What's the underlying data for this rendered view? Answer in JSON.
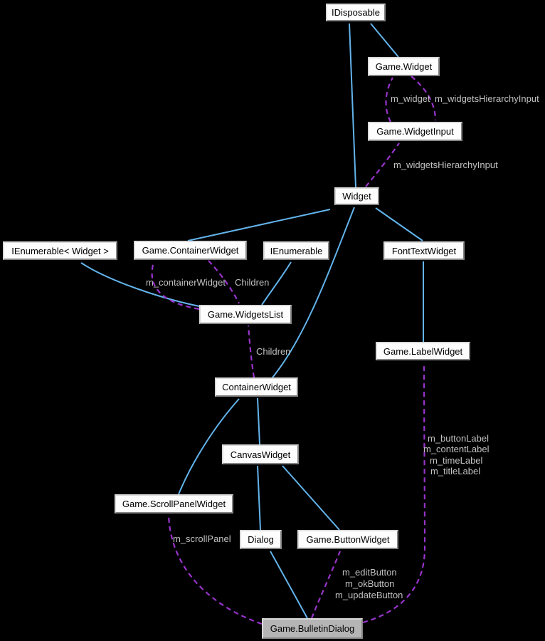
{
  "colors": {
    "background": "#000000",
    "inheritance_arrow": "#63b4ec",
    "usage_arrow": "#9933cc",
    "edge_label_text": "#c2c2c2",
    "node_fill": "#fdfdfd",
    "node_text": "#000000",
    "highlight_node_fill": "#b5b5b5"
  },
  "nodes": {
    "idisposable": {
      "label": "IDisposable"
    },
    "game_widget": {
      "label": "Game.Widget"
    },
    "game_widget_input": {
      "label": "Game.WidgetInput"
    },
    "widget": {
      "label": "Widget"
    },
    "ienumerable_widget": {
      "label": "IEnumerable< Widget >"
    },
    "game_container_widget": {
      "label": "Game.ContainerWidget"
    },
    "ienumerable": {
      "label": "IEnumerable"
    },
    "font_text_widget": {
      "label": "FontTextWidget"
    },
    "game_widgets_list": {
      "label": "Game.WidgetsList"
    },
    "game_label_widget": {
      "label": "Game.LabelWidget"
    },
    "container_widget": {
      "label": "ContainerWidget"
    },
    "canvas_widget": {
      "label": "CanvasWidget"
    },
    "game_scroll_panel_widget": {
      "label": "Game.ScrollPanelWidget"
    },
    "dialog": {
      "label": "Dialog"
    },
    "game_button_widget": {
      "label": "Game.ButtonWidget"
    },
    "game_bulletin_dialog": {
      "label": "Game.BulletinDialog"
    }
  },
  "edge_labels": {
    "m_widget": "m_widget",
    "m_widgetsHierarchyInput": "m_widgetsHierarchyInput",
    "m_containerWidget": "m_containerWidget",
    "children": "Children",
    "m_scrollPanel": "m_scrollPanel",
    "m_editButton": "m_editButton",
    "m_okButton": "m_okButton",
    "m_updateButton": "m_updateButton",
    "m_buttonLabel": "m_buttonLabel",
    "m_contentLabel": "m_contentLabel",
    "m_timeLabel": "m_timeLabel",
    "m_titleLabel": "m_titleLabel"
  },
  "edges": {
    "inheritance": [
      {
        "from": "Game.Widget",
        "to": "IDisposable"
      },
      {
        "from": "Widget",
        "to": "IDisposable"
      },
      {
        "from": "Game.ContainerWidget",
        "to": "Widget"
      },
      {
        "from": "FontTextWidget",
        "to": "Widget"
      },
      {
        "from": "ContainerWidget",
        "to": "Widget"
      },
      {
        "from": "Game.WidgetsList",
        "to": "IEnumerable< Widget >"
      },
      {
        "from": "Game.WidgetsList",
        "to": "IEnumerable"
      },
      {
        "from": "Game.LabelWidget",
        "to": "FontTextWidget"
      },
      {
        "from": "Game.ScrollPanelWidget",
        "to": "ContainerWidget"
      },
      {
        "from": "CanvasWidget",
        "to": "ContainerWidget"
      },
      {
        "from": "Dialog",
        "to": "CanvasWidget"
      },
      {
        "from": "Game.ButtonWidget",
        "to": "CanvasWidget"
      },
      {
        "from": "Game.BulletinDialog",
        "to": "Dialog"
      }
    ],
    "usage": [
      {
        "from": "Game.WidgetInput",
        "to": "Game.Widget",
        "labels": [
          "m_widget"
        ]
      },
      {
        "from": "Game.Widget",
        "to": "Game.WidgetInput",
        "labels": [
          "m_widgetsHierarchyInput"
        ]
      },
      {
        "from": "Widget",
        "to": "Game.WidgetInput",
        "labels": [
          "m_widgetsHierarchyInput"
        ]
      },
      {
        "from": "Game.WidgetsList",
        "to": "Game.ContainerWidget",
        "labels": [
          "m_containerWidget"
        ]
      },
      {
        "from": "Game.ContainerWidget",
        "to": "Game.WidgetsList",
        "labels": [
          "Children"
        ]
      },
      {
        "from": "ContainerWidget",
        "to": "Game.WidgetsList",
        "labels": [
          "Children"
        ]
      },
      {
        "from": "Game.BulletinDialog",
        "to": "Game.ScrollPanelWidget",
        "labels": [
          "m_scrollPanel"
        ]
      },
      {
        "from": "Game.BulletinDialog",
        "to": "Game.ButtonWidget",
        "labels": [
          "m_editButton",
          "m_okButton",
          "m_updateButton"
        ]
      },
      {
        "from": "Game.BulletinDialog",
        "to": "Game.LabelWidget",
        "labels": [
          "m_buttonLabel",
          "m_contentLabel",
          "m_timeLabel",
          "m_titleLabel"
        ]
      }
    ]
  }
}
